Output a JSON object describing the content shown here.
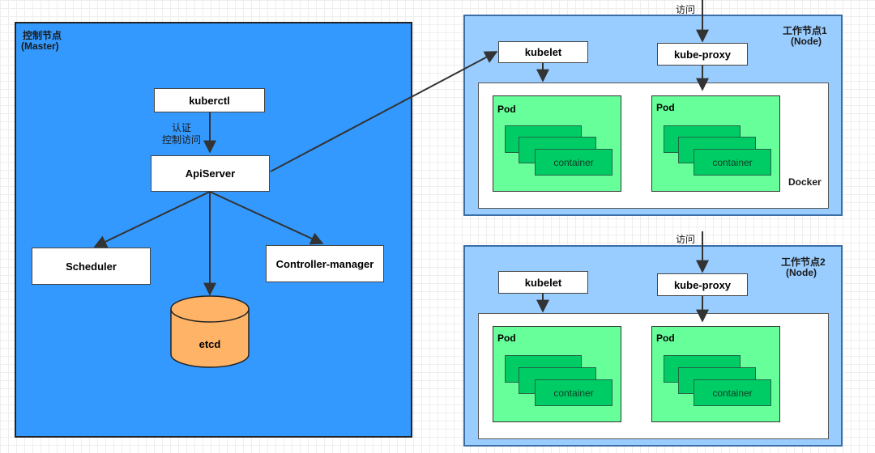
{
  "master": {
    "title": "控制节点",
    "subtitle": "(Master)",
    "kubectl": "kuberctl",
    "auth_label_1": "认证",
    "auth_label_2": "控制访问",
    "apiserver": "ApiServer",
    "scheduler": "Scheduler",
    "controller_manager": "Controller-manager",
    "etcd": "etcd"
  },
  "nodes": [
    {
      "title": "工作节点1",
      "subtitle": "(Node)",
      "access_label": "访问",
      "kubelet": "kubelet",
      "kube_proxy": "kube-proxy",
      "runtime_label": "Docker",
      "pods": [
        {
          "label": "Pod",
          "container_label": "container"
        },
        {
          "label": "Pod",
          "container_label": "container"
        }
      ]
    },
    {
      "title": "工作节点2",
      "subtitle": "(Node)",
      "access_label": "访问",
      "kubelet": "kubelet",
      "kube_proxy": "kube-proxy",
      "runtime_label": "",
      "pods": [
        {
          "label": "Pod",
          "container_label": "container"
        },
        {
          "label": "Pod",
          "container_label": "container"
        }
      ]
    }
  ],
  "colors": {
    "master_bg": "#3399ff",
    "node_bg": "#99ccff",
    "pod_bg": "#66ff99",
    "container_bg": "#00cc66",
    "etcd_bg": "#ffb366"
  }
}
